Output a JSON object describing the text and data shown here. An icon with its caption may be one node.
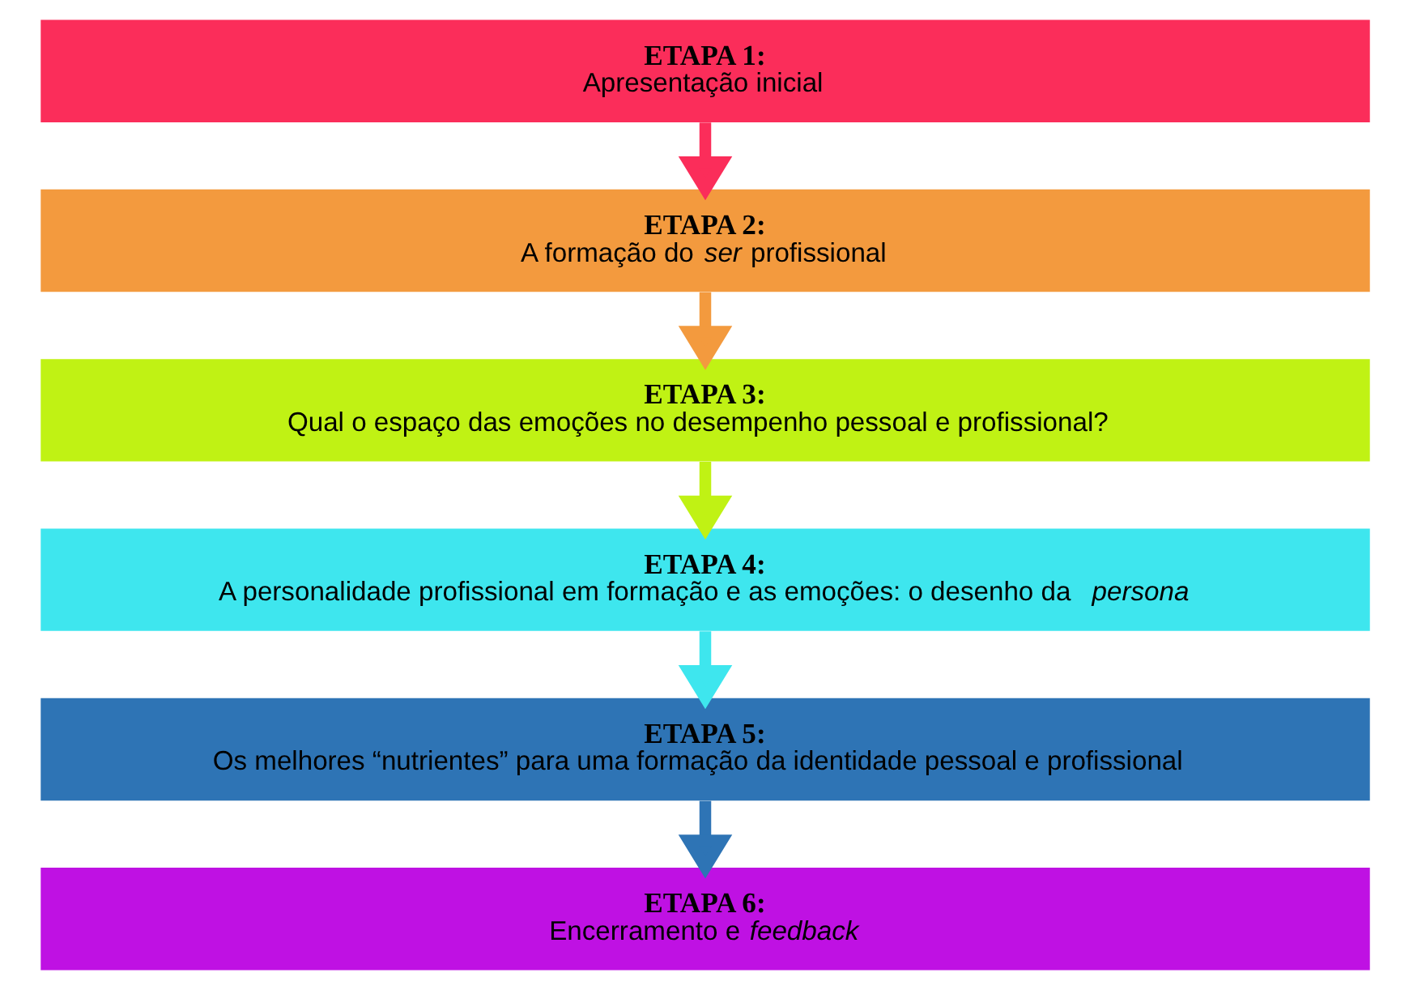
{
  "diagram": {
    "nodes": [
      {
        "text": [
          "ETAPA 1:",
          "Apresentação inicial"
        ]
      },
      {
        "text": [
          "ETAPA 2:",
          "A formação do *ser* profissional"
        ]
      },
      {
        "text": [
          "ETAPA 3:",
          "Qual o espaço das emoções no desempenho pessoal e profissional?"
        ]
      },
      {
        "text": [
          "ETAPA 4:",
          "A personalidade profissional em formação e as emoções: o desenho da *persona*"
        ]
      },
      {
        "text": [
          "ETAPA 5:",
          "Os melhores “nutrientes” para uma formação da identidade pessoal e profissional"
        ]
      },
      {
        "text": [
          "ETAPA 6:",
          "Encerramento e *feedback*"
        ]
      }
    ],
    "edges": [
      {
        "from": 0,
        "to": 1,
        "arrow": "to",
        "color": "#fb2d5a"
      },
      {
        "from": 1,
        "to": 2,
        "arrow": "to",
        "color": "#f39a3e"
      },
      {
        "from": 2,
        "to": 3,
        "arrow": "to",
        "color": "#c0f214"
      },
      {
        "from": 3,
        "to": 4,
        "arrow": "to",
        "color": "#3ee6ee"
      },
      {
        "from": 4,
        "to": 5,
        "arrow": "to",
        "color": "#2e74b5"
      }
    ]
  }
}
